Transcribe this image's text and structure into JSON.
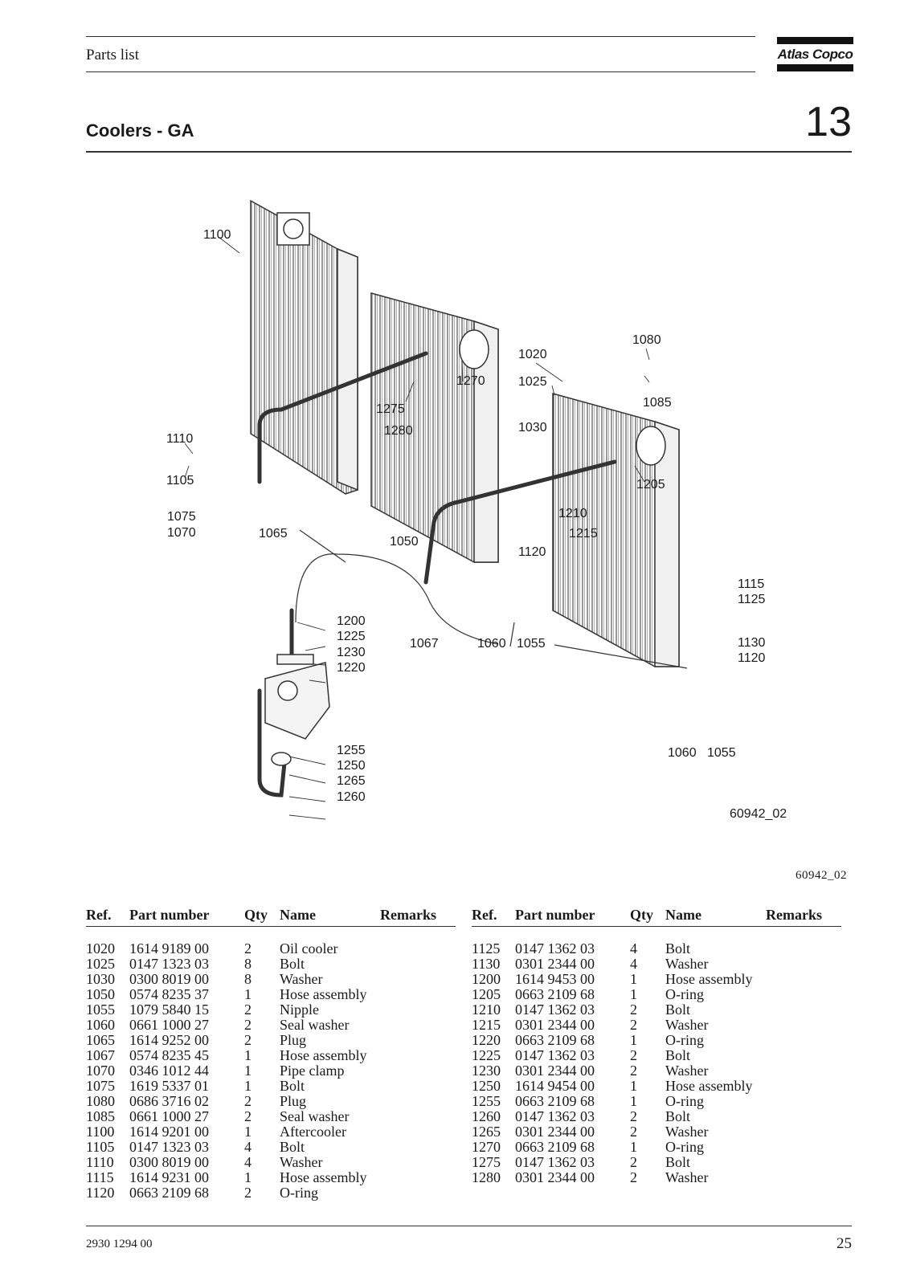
{
  "header": {
    "label": "Parts list",
    "logo_text": "Atlas Copco"
  },
  "section": {
    "title": "Coolers  -  GA",
    "number": "13"
  },
  "diagram": {
    "inner_ref": "60942_02",
    "outer_ref": "60942_02",
    "labels": [
      "1100",
      "1080",
      "1020",
      "1025",
      "1085",
      "1270",
      "1275",
      "1280",
      "1030",
      "1110",
      "1105",
      "1205",
      "1075",
      "1070",
      "1065",
      "1050",
      "1210",
      "1215",
      "1120",
      "1115",
      "1125",
      "1200",
      "1225",
      "1230",
      "1220",
      "1067",
      "1060",
      "1055",
      "1130",
      "1120",
      "1060",
      "1055",
      "1255",
      "1250",
      "1265",
      "1260"
    ]
  },
  "table": {
    "headers": {
      "ref": "Ref.",
      "part_number": "Part number",
      "qty": "Qty",
      "name": "Name",
      "remarks": "Remarks"
    },
    "left": [
      {
        "ref": "1020",
        "pn": "1614 9189 00",
        "qty": "2",
        "name": "Oil cooler"
      },
      {
        "ref": "1025",
        "pn": "0147 1323 03",
        "qty": "8",
        "name": "Bolt"
      },
      {
        "ref": "1030",
        "pn": "0300 8019 00",
        "qty": "8",
        "name": "Washer"
      },
      {
        "ref": "1050",
        "pn": "0574 8235 37",
        "qty": "1",
        "name": "Hose assembly"
      },
      {
        "ref": "1055",
        "pn": "1079 5840 15",
        "qty": "2",
        "name": "Nipple"
      },
      {
        "ref": "1060",
        "pn": "0661 1000 27",
        "qty": "2",
        "name": "Seal washer"
      },
      {
        "ref": "1065",
        "pn": "1614 9252 00",
        "qty": "2",
        "name": "Plug"
      },
      {
        "ref": "1067",
        "pn": "0574 8235 45",
        "qty": "1",
        "name": "Hose assembly"
      },
      {
        "ref": "1070",
        "pn": "0346 1012 44",
        "qty": "1",
        "name": "Pipe clamp"
      },
      {
        "ref": "1075",
        "pn": "1619 5337 01",
        "qty": "1",
        "name": "Bolt"
      },
      {
        "ref": "1080",
        "pn": "0686 3716 02",
        "qty": "2",
        "name": "Plug"
      },
      {
        "ref": "1085",
        "pn": "0661 1000 27",
        "qty": "2",
        "name": "Seal washer"
      },
      {
        "ref": "1100",
        "pn": "1614 9201 00",
        "qty": "1",
        "name": "Aftercooler"
      },
      {
        "ref": "1105",
        "pn": "0147 1323 03",
        "qty": "4",
        "name": "Bolt"
      },
      {
        "ref": "1110",
        "pn": "0300 8019 00",
        "qty": "4",
        "name": "Washer"
      },
      {
        "ref": "1115",
        "pn": "1614 9231 00",
        "qty": "1",
        "name": "Hose assembly"
      },
      {
        "ref": "1120",
        "pn": "0663 2109 68",
        "qty": "2",
        "name": "O-ring"
      }
    ],
    "right": [
      {
        "ref": "1125",
        "pn": "0147 1362 03",
        "qty": "4",
        "name": "Bolt"
      },
      {
        "ref": "1130",
        "pn": "0301 2344 00",
        "qty": "4",
        "name": "Washer"
      },
      {
        "ref": "1200",
        "pn": "1614 9453 00",
        "qty": "1",
        "name": "Hose assembly"
      },
      {
        "ref": "1205",
        "pn": "0663 2109 68",
        "qty": "1",
        "name": "O-ring"
      },
      {
        "ref": "1210",
        "pn": "0147 1362 03",
        "qty": "2",
        "name": "Bolt"
      },
      {
        "ref": "1215",
        "pn": "0301 2344 00",
        "qty": "2",
        "name": "Washer"
      },
      {
        "ref": "1220",
        "pn": "0663 2109 68",
        "qty": "1",
        "name": "O-ring"
      },
      {
        "ref": "1225",
        "pn": "0147 1362 03",
        "qty": "2",
        "name": "Bolt"
      },
      {
        "ref": "1230",
        "pn": "0301 2344 00",
        "qty": "2",
        "name": "Washer"
      },
      {
        "ref": "1250",
        "pn": "1614 9454 00",
        "qty": "1",
        "name": "Hose assembly"
      },
      {
        "ref": "1255",
        "pn": "0663 2109 68",
        "qty": "1",
        "name": "O-ring"
      },
      {
        "ref": "1260",
        "pn": "0147 1362 03",
        "qty": "2",
        "name": "Bolt"
      },
      {
        "ref": "1265",
        "pn": "0301 2344 00",
        "qty": "2",
        "name": "Washer"
      },
      {
        "ref": "1270",
        "pn": "0663 2109 68",
        "qty": "1",
        "name": "O-ring"
      },
      {
        "ref": "1275",
        "pn": "0147 1362 03",
        "qty": "2",
        "name": "Bolt"
      },
      {
        "ref": "1280",
        "pn": "0301 2344 00",
        "qty": "2",
        "name": "Washer"
      }
    ]
  },
  "footer": {
    "doc_number": "2930 1294 00",
    "page": "25"
  }
}
